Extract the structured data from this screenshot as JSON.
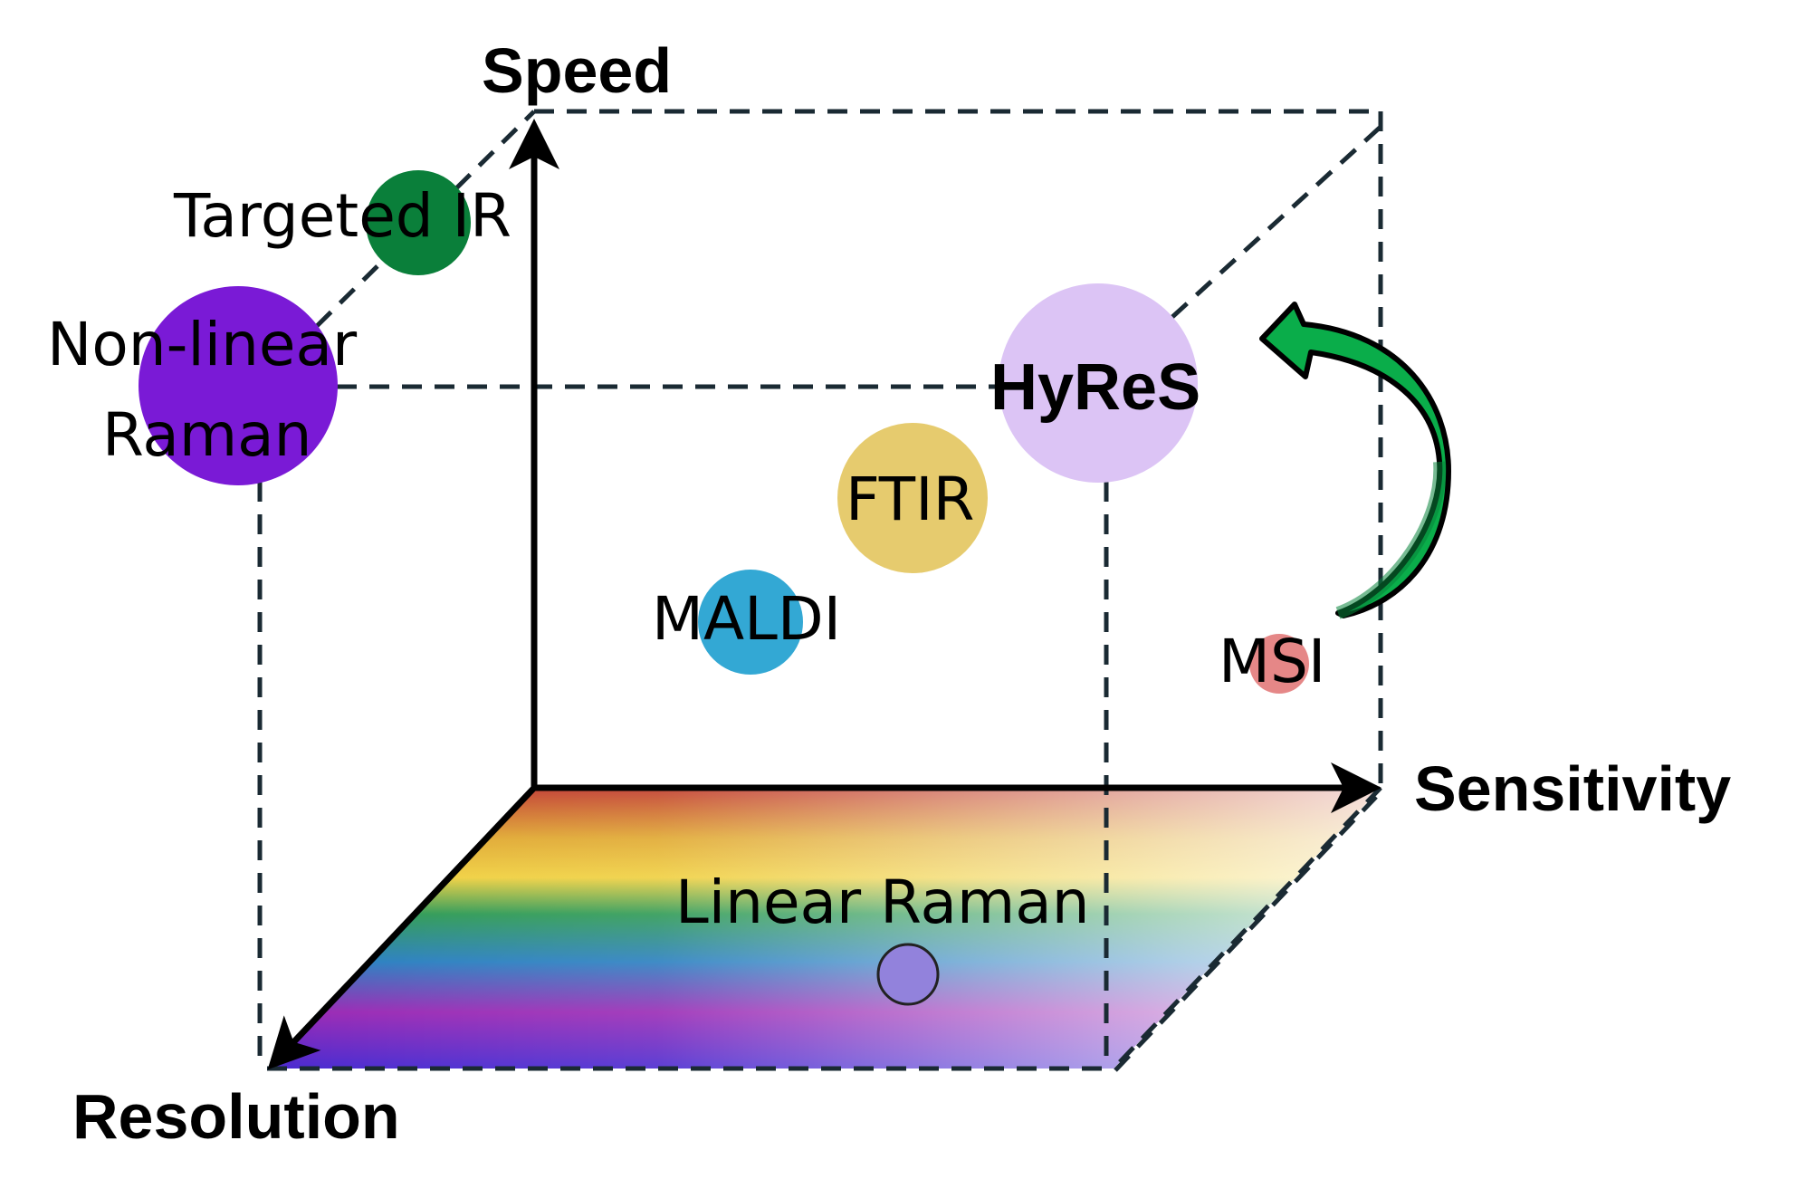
{
  "axes": {
    "speed": "Speed",
    "sensitivity": "Sensitivity",
    "resolution": "Resolution"
  },
  "techniques": {
    "targeted_ir": "Targeted IR",
    "nonlinear_raman_line1": "Non-linear",
    "nonlinear_raman_line2": "Raman",
    "hyres": "HyReS",
    "ftir": "FTIR",
    "maldi": "MALDI",
    "msi": "MSI",
    "linear_raman": "Linear Raman"
  },
  "colors": {
    "targeted_ir": "#0a7f3a",
    "nonlinear_raman": "#7a1ad6",
    "hyres": "#dcc4f5",
    "ftir": "#e6cb6e",
    "maldi": "#33a8d4",
    "msi": "#e58787",
    "linear_raman": "#9282dc",
    "arrow": "#0aad4a"
  }
}
